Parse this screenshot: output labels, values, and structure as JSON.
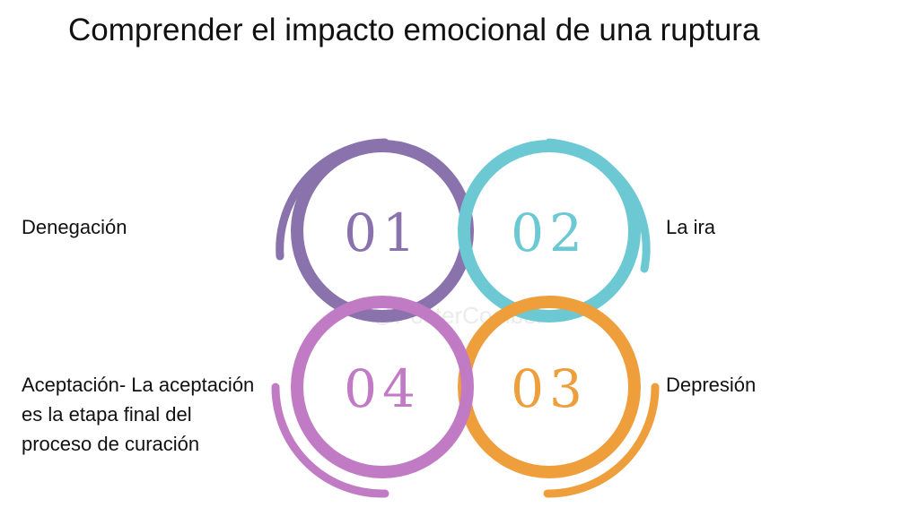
{
  "title": "Comprender el impacto emocional de una ruptura",
  "watermark": "PosterCoolbel",
  "colors": {
    "purple": "#8a72ad",
    "teal": "#6cc9d3",
    "orange": "#ee9f3c",
    "magenta": "#c17ac4"
  },
  "stages": [
    {
      "number": "01",
      "label": "Denegación",
      "color": "purple"
    },
    {
      "number": "02",
      "label": "La ira",
      "color": "teal"
    },
    {
      "number": "03",
      "label": "Depresión",
      "color": "orange"
    },
    {
      "number": "04",
      "label": "Aceptación- La aceptación es la etapa final del proceso de curación",
      "color": "magenta"
    }
  ]
}
